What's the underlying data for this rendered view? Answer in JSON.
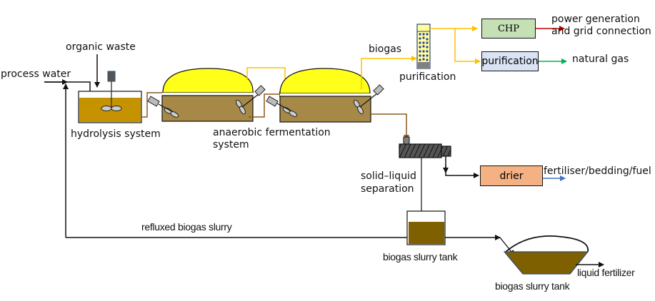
{
  "labels": {
    "process_water": "process water",
    "organic_waste": "organic waste",
    "hydrolysis_system": "hydrolysis system",
    "anaerobic_fermentation": "anaerobic fermentation",
    "anaerobic_fermentation_2": "system",
    "biogas": "biogas",
    "purification_column": "purification",
    "power_generation_1": "power generation",
    "power_generation_2": "and grid connection",
    "natural_gas": "natural gas",
    "solid_liquid_1": "solid–liquid",
    "solid_liquid_2": "separation",
    "fertiliser": "fertiliser/bedding/fuel",
    "refluxed_slurry": "refluxed biogas slurry",
    "slurry_tank_1": "biogas slurry tank",
    "slurry_tank_2": "biogas slurry tank",
    "liquid_fertilizer": "liquid fertilizer"
  },
  "boxes": {
    "chp": "CHP",
    "purification": "purification",
    "drier": "drier"
  },
  "colors": {
    "slurry": "#c59200",
    "digestate": "#a68947",
    "biogas_dome": "#ffff1a",
    "gas_line": "#ffc000",
    "power_line": "#c00000",
    "natural_gas_line": "#00b050",
    "fuel_line": "#4472c4",
    "chp_fill": "#c5e0b4",
    "purification_fill": "#dae3f3",
    "drier_fill": "#f4b183",
    "tank_fill": "#7f6000"
  }
}
